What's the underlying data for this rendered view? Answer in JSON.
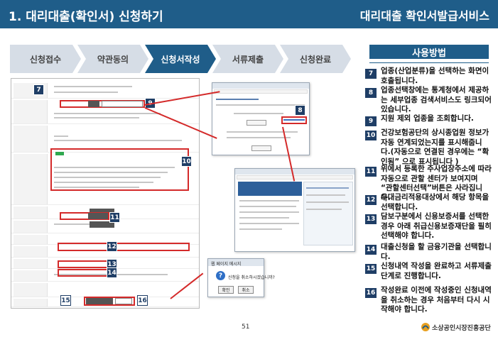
{
  "header": {
    "title": "1. 대리대출(확인서) 신청하기",
    "service": "대리대출 확인서발급서비스"
  },
  "steps": [
    {
      "label": "신청접수",
      "active": false
    },
    {
      "label": "약관동의",
      "active": false
    },
    {
      "label": "신청서작성",
      "active": true
    },
    {
      "label": "서류제출",
      "active": false
    },
    {
      "label": "신청완료",
      "active": false
    }
  ],
  "markers": [
    "7",
    "8",
    "9",
    "10",
    "11",
    "12",
    "13",
    "14",
    "15",
    "16"
  ],
  "dialog": {
    "title": "웹 페이지 메시지",
    "message": "신청을 취소하시겠습니까?",
    "confirm": "확인",
    "cancel": "취소"
  },
  "usage": {
    "title": "사용방법",
    "items": [
      {
        "num": "7",
        "text": "업종(산업분류)을 선택하는 화면이 호출됩니다."
      },
      {
        "num": "8",
        "text": "업종선택창에는 통계청에서 제공하는 세부업종 검색서비스도 링크되어 있습니다."
      },
      {
        "num": "9",
        "text": "지원 제외 업종을 조회합니다."
      },
      {
        "num": "10",
        "text": "건강보험공단의 상시종업원 정보가 자동 연계되었는지를 표시해줍니다.(자동으로 연결된 경우에는 “확인됨” 으로 표시됩니다 )"
      },
      {
        "num": "11",
        "text": "위에서 등록한 주사업장주소에 따라 자동으로 관할 센터가 보여지며 “관할센터선택”버튼은 사라집니다."
      },
      {
        "num": "12",
        "text": "우대금리적용대상에서 해당 항목을 선택합니다."
      },
      {
        "num": "13",
        "text": "담보구분에서 신용보증서를 선택한 경우 아래 취급신용보증재단을 필히 선택해야 합니다."
      },
      {
        "num": "14",
        "text": "대출신청을 할 금융기관을 선택합니다."
      },
      {
        "num": "15",
        "text": "신청내역 작성을 완료하고 서류제출단계로 진행합니다."
      },
      {
        "num": "16",
        "text": "작성완료 이전에 작성중인 신청내역을 취소하는 경우 처음부터 다시 시작해야 합니다."
      }
    ]
  },
  "footer": {
    "page": "51",
    "org": "소상공인시장진흥공단"
  },
  "colors": {
    "header": "#1f5d89",
    "badge": "#1f3e66",
    "highlight": "#d42a2a",
    "step_inactive": "#d6dde6"
  }
}
